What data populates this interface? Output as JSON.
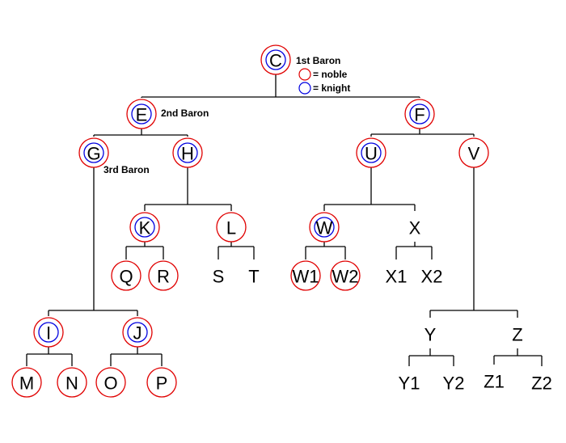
{
  "annotations": {
    "first_baron": "1st Baron",
    "second_baron": "2nd Baron",
    "third_baron": "3rd Baron"
  },
  "legend": {
    "noble": "= noble",
    "knight": "= knight"
  },
  "colors": {
    "noble": "#e00000",
    "knight": "#0000e0",
    "line": "#000000"
  },
  "nodes": [
    {
      "id": "C",
      "label": "C",
      "kind": "noble-knight",
      "parent": null
    },
    {
      "id": "E",
      "label": "E",
      "kind": "noble-knight",
      "parent": "C"
    },
    {
      "id": "F",
      "label": "F",
      "kind": "noble-knight",
      "parent": "C"
    },
    {
      "id": "G",
      "label": "G",
      "kind": "noble-knight",
      "parent": "E"
    },
    {
      "id": "H",
      "label": "H",
      "kind": "noble-knight",
      "parent": "E"
    },
    {
      "id": "U",
      "label": "U",
      "kind": "noble-knight",
      "parent": "F"
    },
    {
      "id": "V",
      "label": "V",
      "kind": "noble",
      "parent": "F"
    },
    {
      "id": "K",
      "label": "K",
      "kind": "noble-knight",
      "parent": "H"
    },
    {
      "id": "L",
      "label": "L",
      "kind": "noble",
      "parent": "H"
    },
    {
      "id": "W",
      "label": "W",
      "kind": "noble-knight",
      "parent": "U"
    },
    {
      "id": "X",
      "label": "X",
      "kind": "none",
      "parent": "U"
    },
    {
      "id": "Q",
      "label": "Q",
      "kind": "noble",
      "parent": "K"
    },
    {
      "id": "R",
      "label": "R",
      "kind": "noble",
      "parent": "K"
    },
    {
      "id": "S",
      "label": "S",
      "kind": "none",
      "parent": "L"
    },
    {
      "id": "T",
      "label": "T",
      "kind": "none",
      "parent": "L"
    },
    {
      "id": "W1",
      "label": "W1",
      "kind": "noble",
      "parent": "W"
    },
    {
      "id": "W2",
      "label": "W2",
      "kind": "noble",
      "parent": "W"
    },
    {
      "id": "X1",
      "label": "X1",
      "kind": "none",
      "parent": "X"
    },
    {
      "id": "X2",
      "label": "X2",
      "kind": "none",
      "parent": "X"
    },
    {
      "id": "I",
      "label": "I",
      "kind": "noble-knight",
      "parent": "G"
    },
    {
      "id": "J",
      "label": "J",
      "kind": "noble-knight",
      "parent": "G"
    },
    {
      "id": "M",
      "label": "M",
      "kind": "noble",
      "parent": "I"
    },
    {
      "id": "N",
      "label": "N",
      "kind": "noble",
      "parent": "I"
    },
    {
      "id": "O",
      "label": "O",
      "kind": "noble",
      "parent": "J"
    },
    {
      "id": "P",
      "label": "P",
      "kind": "noble",
      "parent": "J"
    },
    {
      "id": "Y",
      "label": "Y",
      "kind": "none",
      "parent": "V"
    },
    {
      "id": "Z",
      "label": "Z",
      "kind": "none",
      "parent": "V"
    },
    {
      "id": "Y1",
      "label": "Y1",
      "kind": "none",
      "parent": "Y"
    },
    {
      "id": "Y2",
      "label": "Y2",
      "kind": "none",
      "parent": "Y"
    },
    {
      "id": "Z1",
      "label": "Z1",
      "kind": "none",
      "parent": "Z"
    },
    {
      "id": "Z2",
      "label": "Z2",
      "kind": "none",
      "parent": "Z"
    }
  ]
}
